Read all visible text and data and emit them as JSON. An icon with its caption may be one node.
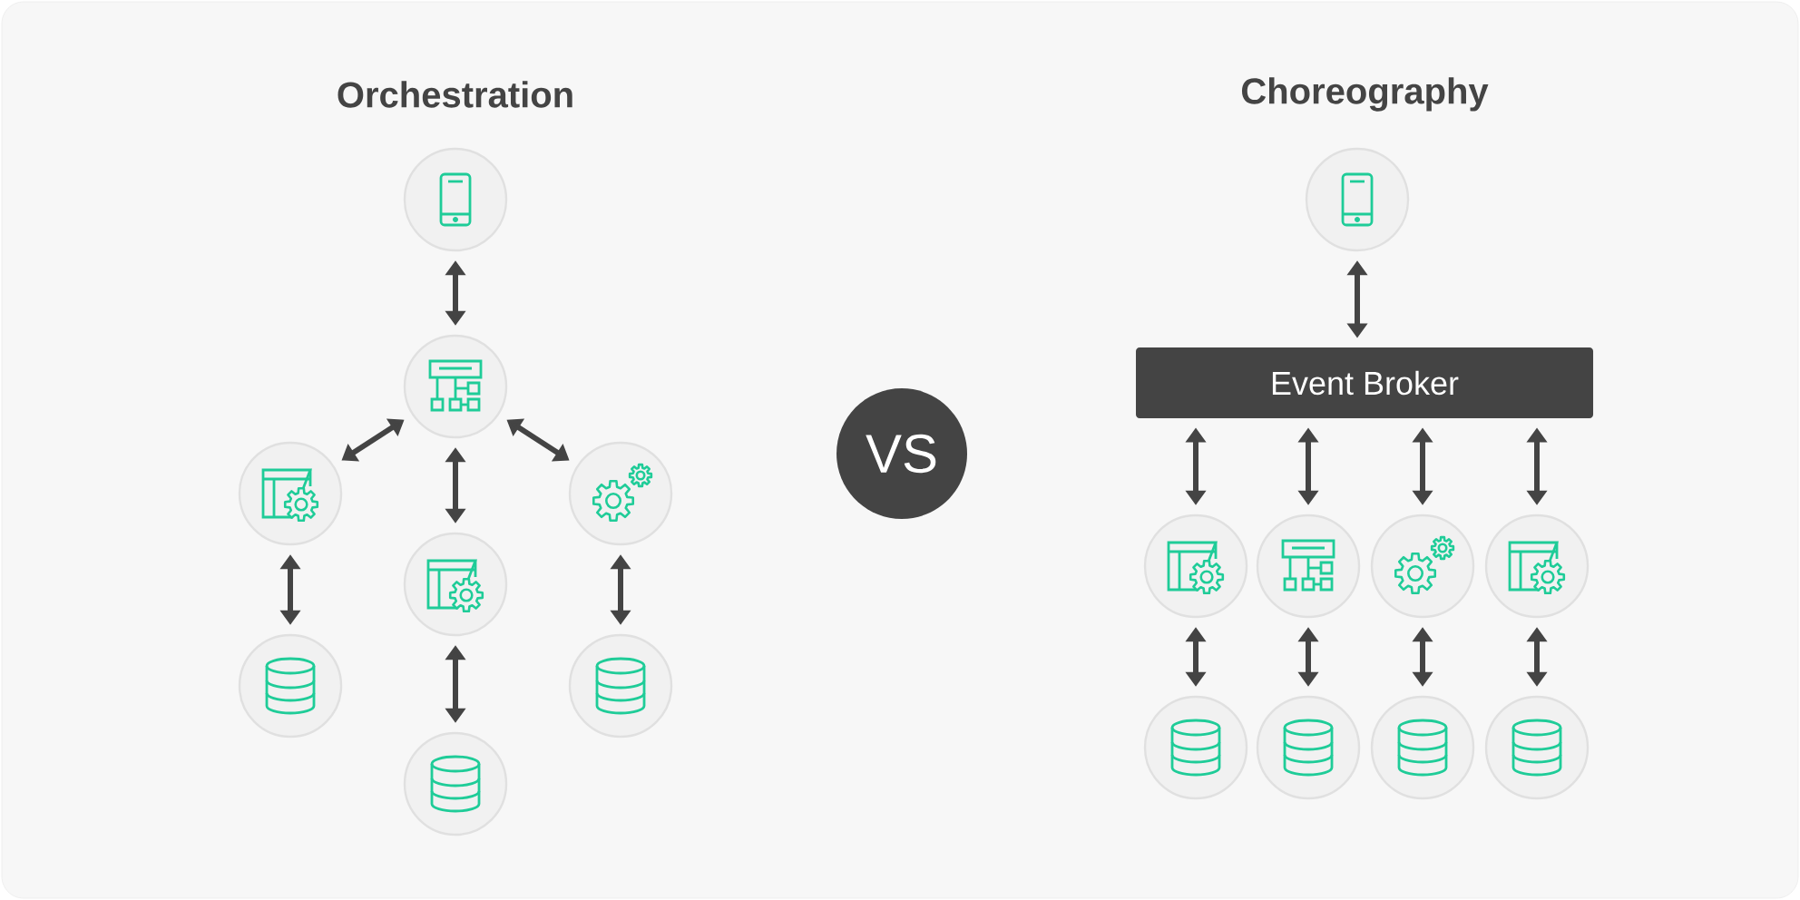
{
  "diagram": {
    "nodes": [
      {
        "text": [],
        "shape": "circle"
      },
      {
        "text": [],
        "shape": "circle"
      },
      {
        "text": [],
        "shape": "circle"
      },
      {
        "text": [],
        "shape": "circle"
      },
      {
        "text": [],
        "shape": "circle"
      },
      {
        "text": [],
        "shape": "circle"
      },
      {
        "text": [],
        "shape": "circle"
      },
      {
        "text": [],
        "shape": "circle"
      },
      {
        "text": [
          "VS"
        ]
      },
      {
        "text": [],
        "shape": "circle"
      },
      {
        "text": [
          "Event Broker"
        ]
      },
      {
        "text": [],
        "shape": "circle"
      },
      {
        "text": [],
        "shape": "circle"
      },
      {
        "text": [],
        "shape": "circle"
      },
      {
        "text": [],
        "shape": "circle"
      },
      {
        "text": [],
        "shape": "circle"
      },
      {
        "text": [],
        "shape": "circle"
      },
      {
        "text": [],
        "shape": "circle"
      },
      {
        "text": [],
        "shape": "circle"
      }
    ],
    "edges": [
      {
        "from": 0,
        "to": 1,
        "arrow": "both"
      },
      {
        "from": 1,
        "to": 2,
        "arrow": "both"
      },
      {
        "from": 1,
        "to": 3,
        "arrow": "both"
      },
      {
        "from": 1,
        "to": 4,
        "arrow": "both"
      },
      {
        "from": 2,
        "to": 5,
        "arrow": "both"
      },
      {
        "from": 3,
        "to": 6,
        "arrow": "both"
      },
      {
        "from": 4,
        "to": 7,
        "arrow": "both"
      },
      {
        "from": 9,
        "to": 10,
        "arrow": "both"
      },
      {
        "from": 10,
        "to": 11,
        "arrow": "both"
      },
      {
        "from": 10,
        "to": 12,
        "arrow": "both"
      },
      {
        "from": 10,
        "to": 13,
        "arrow": "both"
      },
      {
        "from": 10,
        "to": 14,
        "arrow": "both"
      },
      {
        "from": 11,
        "to": 15,
        "arrow": "both"
      },
      {
        "from": 12,
        "to": 16,
        "arrow": "both"
      },
      {
        "from": 13,
        "to": 17,
        "arrow": "both"
      },
      {
        "from": 14,
        "to": 18,
        "arrow": "both"
      }
    ],
    "labels": [
      "Orchestration",
      "Choreography"
    ]
  }
}
